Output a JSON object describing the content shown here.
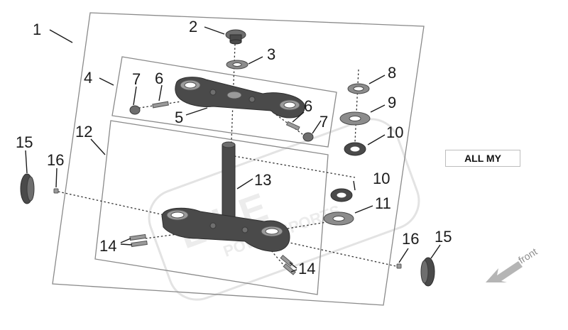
{
  "callouts": {
    "c1": "1",
    "c2": "2",
    "c3": "3",
    "c4": "4",
    "c5": "5",
    "c6a": "6",
    "c6b": "6",
    "c7a": "7",
    "c7b": "7",
    "c8": "8",
    "c9": "9",
    "c10a": "10",
    "c10b": "10",
    "c11": "11",
    "c12": "12",
    "c13": "13",
    "c14a": "14",
    "c14b": "14",
    "c15a": "15",
    "c15b": "15",
    "c16a": "16",
    "c16b": "16"
  },
  "badge": {
    "label": "ALL MY"
  },
  "direction": {
    "label": "front"
  },
  "colors": {
    "part": "#4a4a4a",
    "frame": "#8a8a8a",
    "arrow": "#b5b5b5",
    "watermark": "#e3e3e3"
  }
}
